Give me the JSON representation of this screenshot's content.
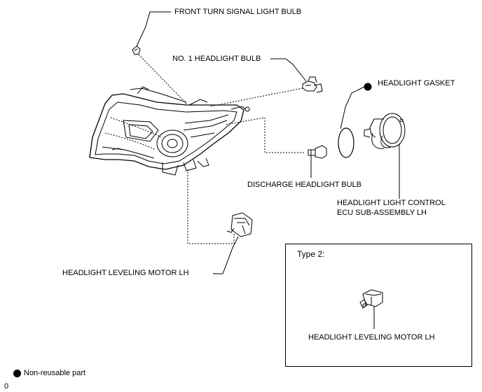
{
  "labels": {
    "front_turn_signal": "FRONT TURN SIGNAL LIGHT BULB",
    "no1_headlight": "NO. 1 HEADLIGHT BULB",
    "headlight_gasket": "HEADLIGHT GASKET",
    "discharge_bulb": "DISCHARGE HEADLIGHT BULB",
    "ecu_line1": "HEADLIGHT LIGHT CONTROL",
    "ecu_line2": "ECU SUB-ASSEMBLY LH",
    "leveling_motor": "HEADLIGHT LEVELING MOTOR LH"
  },
  "type_box": {
    "title": "Type 2:",
    "part_label": "HEADLIGHT LEVELING MOTOR LH"
  },
  "legend": {
    "non_reusable": "Non-reusable part"
  },
  "page_marker": "0",
  "colors": {
    "line": "#000000",
    "marker": "#000000"
  }
}
